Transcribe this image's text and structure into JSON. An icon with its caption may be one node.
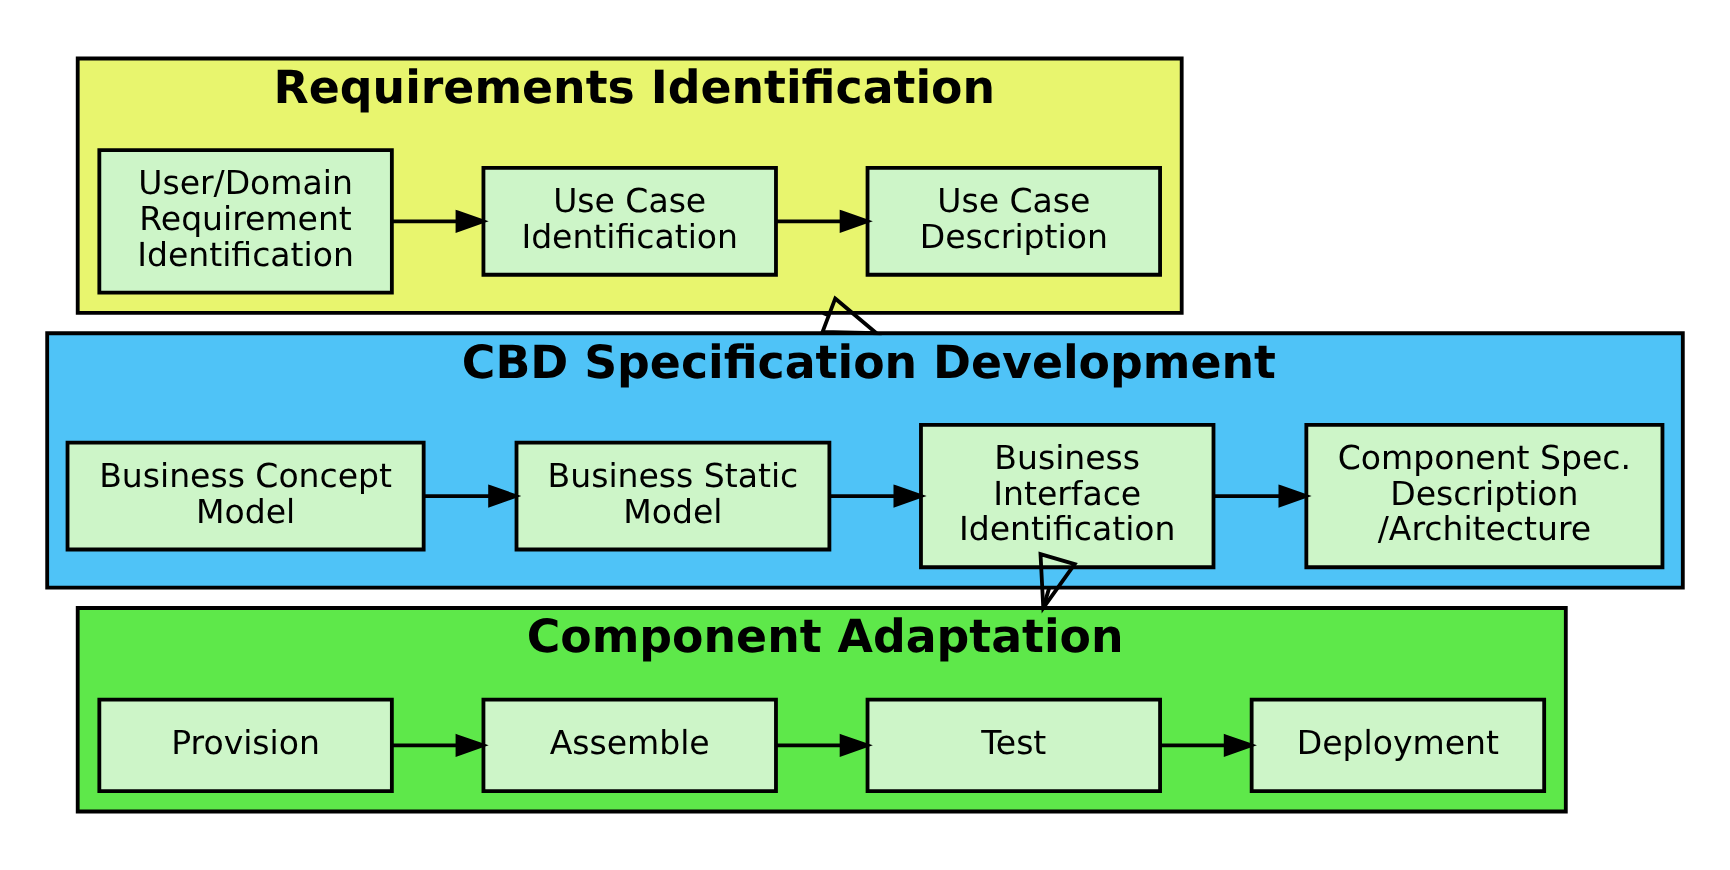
{
  "diagram": {
    "nodes": [
      {
        "text": [
          "Requirements Identification"
        ]
      },
      {
        "text": [
          "User/Domain Requirement Identification"
        ],
        "in": 0
      },
      {
        "text": [
          "Use Case Identification"
        ],
        "in": 0
      },
      {
        "text": [
          "Use Case Description"
        ],
        "in": 0
      },
      {
        "text": [
          "CBD Specification Development"
        ]
      },
      {
        "text": [
          "Business Concept Model"
        ],
        "in": 4
      },
      {
        "text": [
          "Business Static Model"
        ],
        "in": 4
      },
      {
        "text": [
          "Business Interface Identification"
        ],
        "in": 4
      },
      {
        "text": [
          "Component Spec. Description /Architecture"
        ],
        "in": 4
      },
      {
        "text": [
          "Component Adaptation"
        ]
      },
      {
        "text": [
          "Provision"
        ],
        "in": 9
      },
      {
        "text": [
          "Assemble"
        ],
        "in": 9
      },
      {
        "text": [
          "Test"
        ],
        "in": 9
      },
      {
        "text": [
          "Deployment"
        ],
        "in": 9
      }
    ],
    "edges": [
      {
        "from": 1,
        "to": 2,
        "arrow": "to"
      },
      {
        "from": 2,
        "to": 3,
        "arrow": "to"
      },
      {
        "from": 0,
        "to": 4,
        "arrow": "to"
      },
      {
        "from": 5,
        "to": 6,
        "arrow": "to"
      },
      {
        "from": 6,
        "to": 7,
        "arrow": "to"
      },
      {
        "from": 7,
        "to": 8,
        "arrow": "to"
      },
      {
        "from": 4,
        "to": 9,
        "arrow": "to"
      },
      {
        "from": 10,
        "to": 11,
        "arrow": "to"
      },
      {
        "from": 11,
        "to": 12,
        "arrow": "to"
      },
      {
        "from": 12,
        "to": 13,
        "arrow": "to"
      }
    ]
  }
}
